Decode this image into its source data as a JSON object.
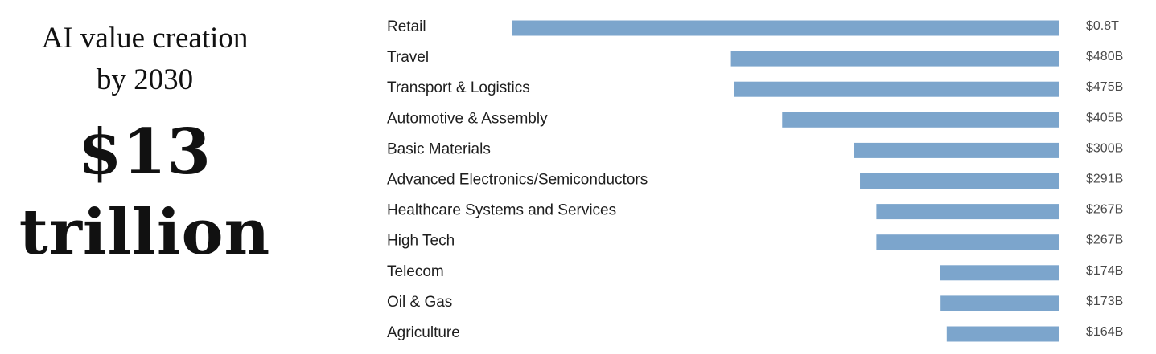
{
  "headline": {
    "line1": "AI value creation",
    "line2": "by 2030",
    "amount": "$13",
    "unit": "trillion"
  },
  "chart_data": {
    "type": "bar",
    "orientation": "horizontal",
    "bar_color": "#7ca5cc",
    "categories": [
      "Retail",
      "Travel",
      "Transport & Logistics",
      "Automotive & Assembly",
      "Basic Materials",
      "Advanced Electronics/Semiconductors",
      "Healthcare Systems and Services",
      "High Tech",
      "Telecom",
      "Oil & Gas",
      "Agriculture"
    ],
    "values": [
      800,
      480,
      475,
      405,
      300,
      291,
      267,
      267,
      174,
      173,
      164
    ],
    "value_labels": [
      "$0.8T",
      "$480B",
      "$475B",
      "$405B",
      "$300B",
      "$291B",
      "$267B",
      "$267B",
      "$174B",
      "$173B",
      "$164B"
    ],
    "unit": "billion USD",
    "xlim": [
      0,
      800
    ],
    "grid": false,
    "legend": "none"
  }
}
